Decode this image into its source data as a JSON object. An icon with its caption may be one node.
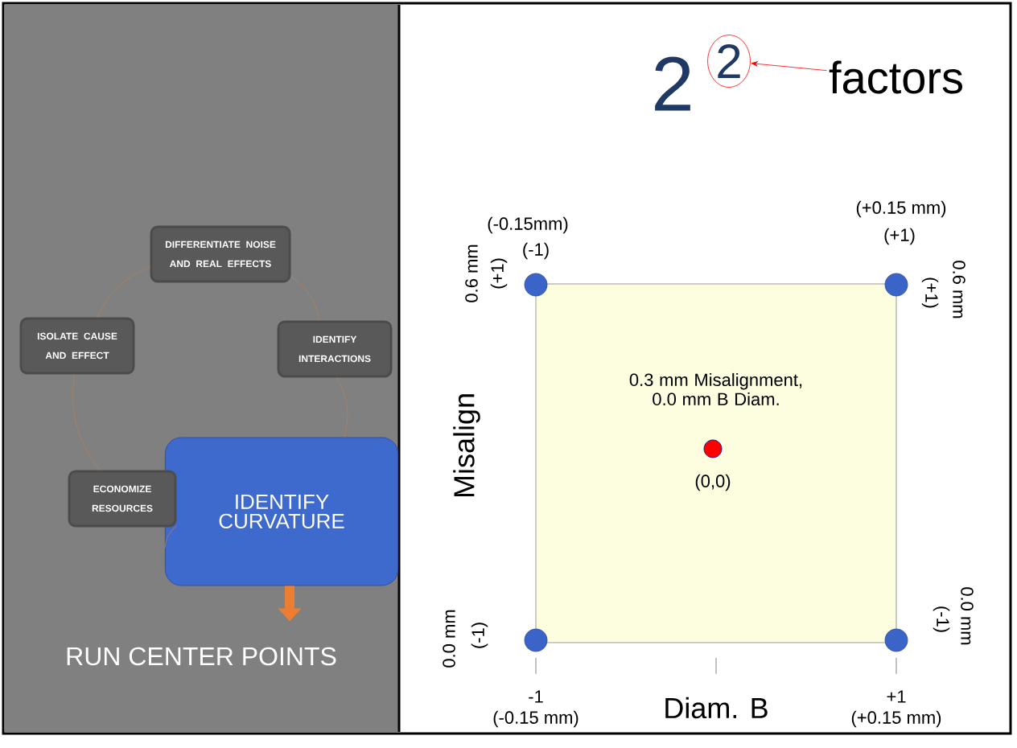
{
  "diagram": {
    "nodes": [
      {
        "text": [
          "DIFFERENTIATE NOISE AND REAL EFFECTS"
        ]
      },
      {
        "text": [
          "IDENTIFY INTERACTIONS"
        ]
      },
      {
        "text": [
          "IDENTIFY CURVATURE"
        ]
      },
      {
        "text": [
          "ECONOMIZE RESOURCES"
        ]
      },
      {
        "text": [
          "ISOLATE CAUSE AND EFFECT"
        ]
      },
      {
        "text": [
          "RUN CENTER POINTS"
        ]
      },
      {
        "text": [
          "2"
        ]
      },
      {
        "text": [
          "factors"
        ]
      },
      {
        "text": [
          "0.3 mm Misalignment, 0.0 mm B Diam.",
          "(0,0)"
        ]
      }
    ],
    "edges": [
      {
        "from": 0,
        "to": 1,
        "arrow": "none"
      },
      {
        "from": 1,
        "to": 2,
        "arrow": "none"
      },
      {
        "from": 2,
        "to": 3,
        "arrow": "none"
      },
      {
        "from": 3,
        "to": 4,
        "arrow": "none"
      },
      {
        "from": 4,
        "to": 0,
        "arrow": "none"
      },
      {
        "from": 2,
        "to": 5,
        "arrow": "to",
        "style": "thick",
        "color": "#ed7d31"
      },
      {
        "from": 7,
        "to": 6,
        "arrow": "to",
        "color": "#ff0000"
      }
    ],
    "labels": [
      "2",
      "(-0.15mm)",
      "(-1)",
      "(+0.15 mm)",
      "(+1)",
      "0.6 mm",
      "(+1)",
      "(+1)",
      "0.6 mm",
      "Misalign",
      "0.0 mm",
      "(-1)",
      "(-1)",
      "0.0 mm",
      "-1",
      "(-0.15 mm)",
      "Diam. B",
      "+1",
      "(+0.15 mm)"
    ]
  }
}
